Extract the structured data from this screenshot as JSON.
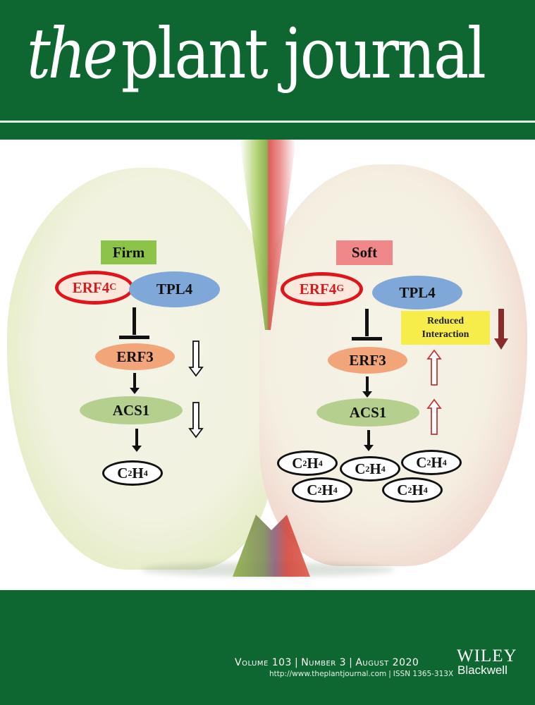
{
  "masthead": {
    "title_the": "the",
    "title_rest": "plant journal"
  },
  "colors": {
    "brand_green": "#0e6630",
    "firm_green": "#8cc44a",
    "soft_pink": "#f08788",
    "erf4_red": "#e0151b",
    "tpl4_blue": "#7fa8d8",
    "erf3_orange": "#f3a57a",
    "acs1_green": "#b5cf8f",
    "reduced_yellow": "#f6ec4a",
    "dark_red_arrow": "#8b2a2a",
    "hollow_red_arrow": "#c0393b"
  },
  "diagram": {
    "left": {
      "state_label": "Firm",
      "erf4_main": "ERF4",
      "erf4_allele": "C",
      "tpl4": "TPL4",
      "erf3": "ERF3",
      "acs1": "ACS1",
      "ethylene": [
        {
          "c": "C",
          "c_sub": "2",
          "h": "H",
          "h_sub": "4"
        }
      ],
      "trend_icons": [
        "hollow-down-arrow",
        "hollow-down-arrow"
      ]
    },
    "right": {
      "state_label": "Soft",
      "erf4_main": "ERF4",
      "erf4_allele": "G",
      "tpl4": "TPL4",
      "reduced_line1": "Reduced",
      "reduced_line2": "Interaction",
      "erf3": "ERF3",
      "acs1": "ACS1",
      "ethylene": [
        {
          "c": "C",
          "c_sub": "2",
          "h": "H",
          "h_sub": "4"
        },
        {
          "c": "C",
          "c_sub": "2",
          "h": "H",
          "h_sub": "4"
        },
        {
          "c": "C",
          "c_sub": "2",
          "h": "H",
          "h_sub": "4"
        },
        {
          "c": "C",
          "c_sub": "2",
          "h": "H",
          "h_sub": "4"
        },
        {
          "c": "C",
          "c_sub": "2",
          "h": "H",
          "h_sub": "4"
        }
      ],
      "trend_icons": [
        "dark-down-arrow",
        "hollow-up-arrow",
        "hollow-up-arrow"
      ]
    }
  },
  "footer": {
    "volume": "Volume 103",
    "number": "Number 3",
    "date": "August 2020",
    "separator": "|",
    "url": "http://www.theplantjournal.com",
    "issn": "ISSN 1365-313X",
    "publisher_line1": "WILEY",
    "publisher_line2": "Blackwell"
  }
}
